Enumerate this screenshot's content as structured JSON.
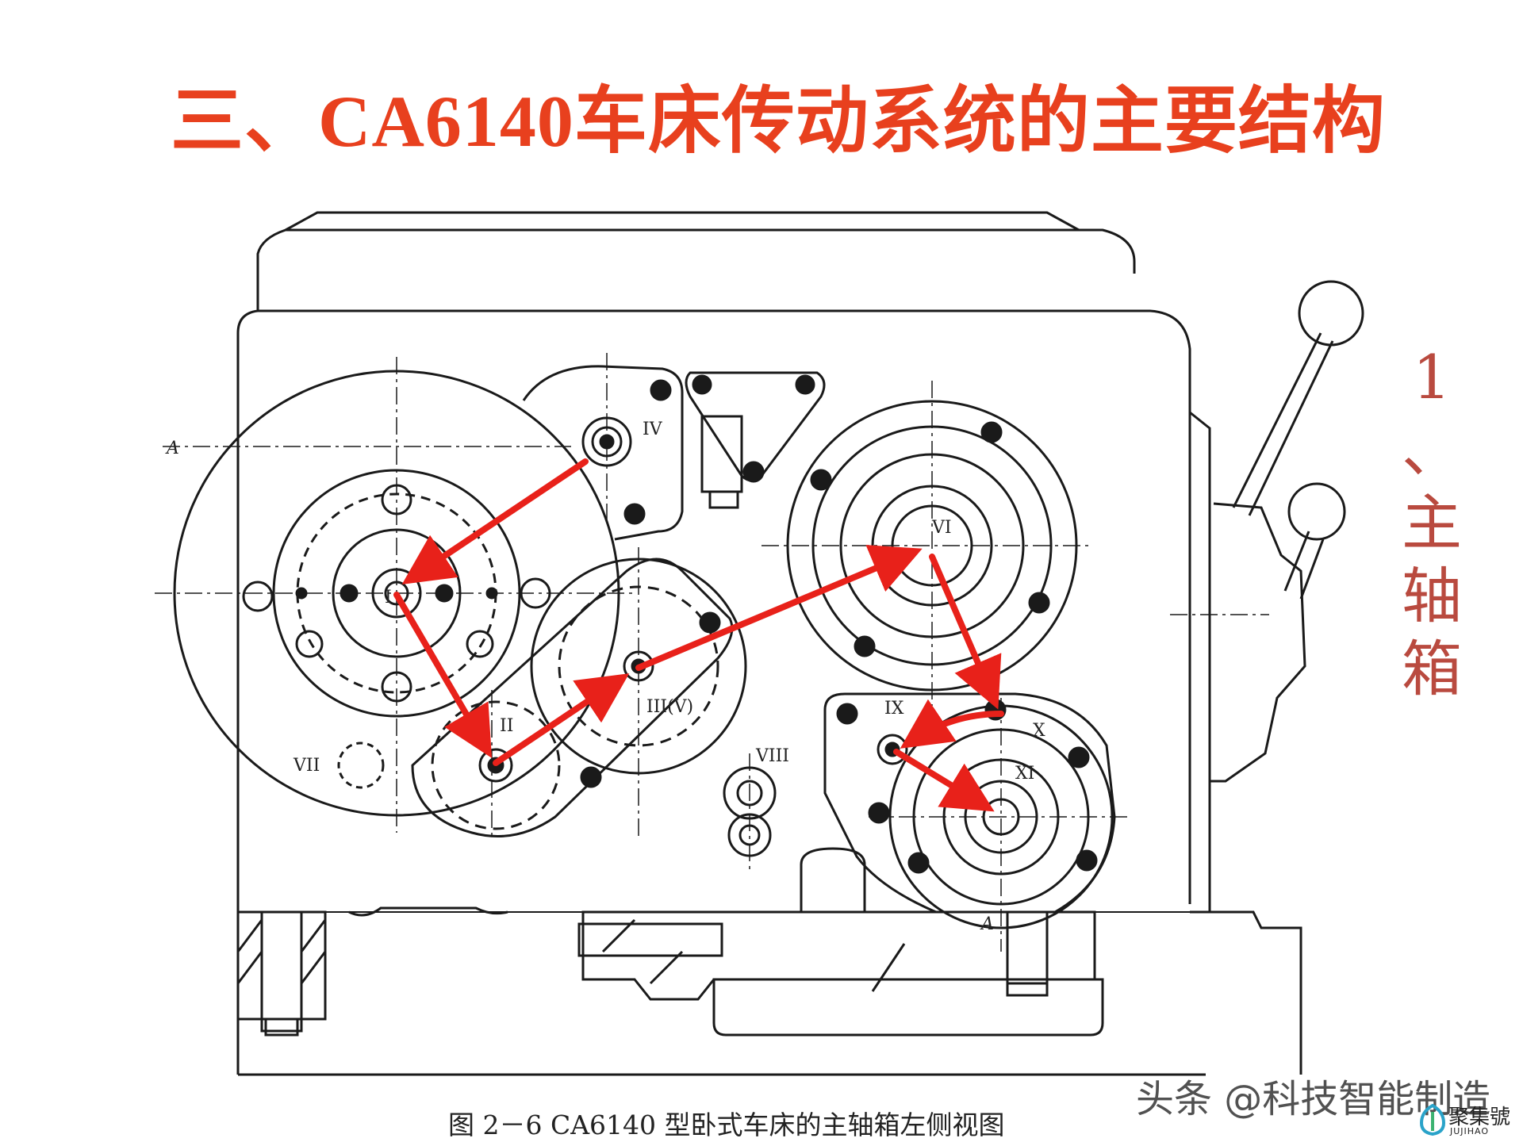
{
  "slide": {
    "title": "三、CA6140车床传动系统的主要结构",
    "side_label": [
      "1",
      "、",
      "主",
      "轴",
      "箱"
    ]
  },
  "diagram": {
    "caption": "图 2－6   CA6140 型卧式车床的主轴箱左侧视图",
    "section_marks": [
      "A",
      "A"
    ],
    "shaft_labels": [
      "I",
      "II",
      "III(V)",
      "IV",
      "VI",
      "VII",
      "VIII",
      "IX",
      "X",
      "XI"
    ],
    "arrow_path": [
      "IV",
      "I",
      "II",
      "III(V)",
      "VI",
      "X",
      "IX",
      "XI"
    ],
    "arrow_color": "#e8211a",
    "line_color": "#1a1a1a"
  },
  "watermark": {
    "text": "头条 @科技智能制造"
  },
  "brand": {
    "name_cn": "聚集號",
    "name_en": "JUJIHAO"
  }
}
